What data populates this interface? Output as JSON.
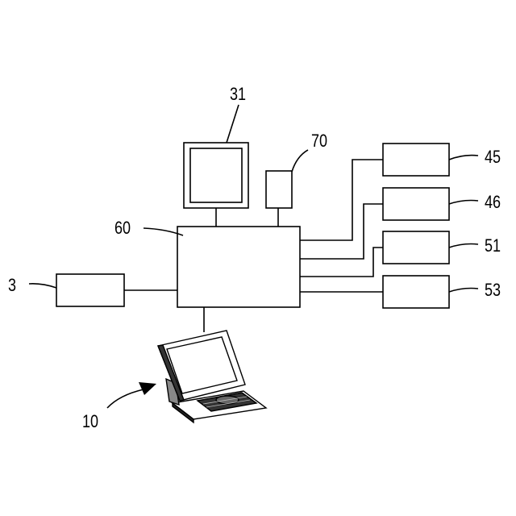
{
  "diagram": {
    "labels": {
      "controller": "60",
      "display": "31",
      "device_70": "70",
      "device_3": "3",
      "terminal": "10",
      "box_45": "45",
      "box_46": "46",
      "box_51": "51",
      "box_53": "53"
    },
    "colors": {
      "stroke": "#000000",
      "background": "#ffffff"
    }
  }
}
